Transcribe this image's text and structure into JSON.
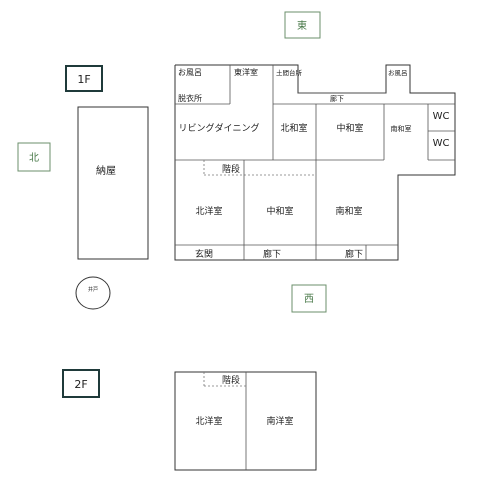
{
  "compass": {
    "east": "東",
    "north": "北",
    "west": "西"
  },
  "floor1": {
    "label": "1F",
    "rooms": {
      "ofuro": "お風呂",
      "east_youshitsu": "東洋室",
      "doma_daidokoro": "土間台所",
      "ofuro2": "お風呂",
      "datsuijo": "脱衣所",
      "rouka_top": "廊下",
      "wc1": "WC",
      "wc2": "WC",
      "living": "リビングダイニング",
      "north_washitsu": "北和室",
      "naka_washitsu": "中和室",
      "minami_washitsu_small": "南和室",
      "kaidan": "階段",
      "north_youshitsu": "北洋室",
      "naka_washitsu2": "中和室",
      "minami_washitsu": "南和室",
      "genkan": "玄関",
      "rouka1": "廊下",
      "rouka2": "廊下",
      "naya": "納屋",
      "well": "井戸"
    }
  },
  "floor2": {
    "label": "2F",
    "rooms": {
      "kaidan": "階段",
      "north_youshitsu": "北洋室",
      "minami_youshitsu": "南洋室"
    }
  }
}
